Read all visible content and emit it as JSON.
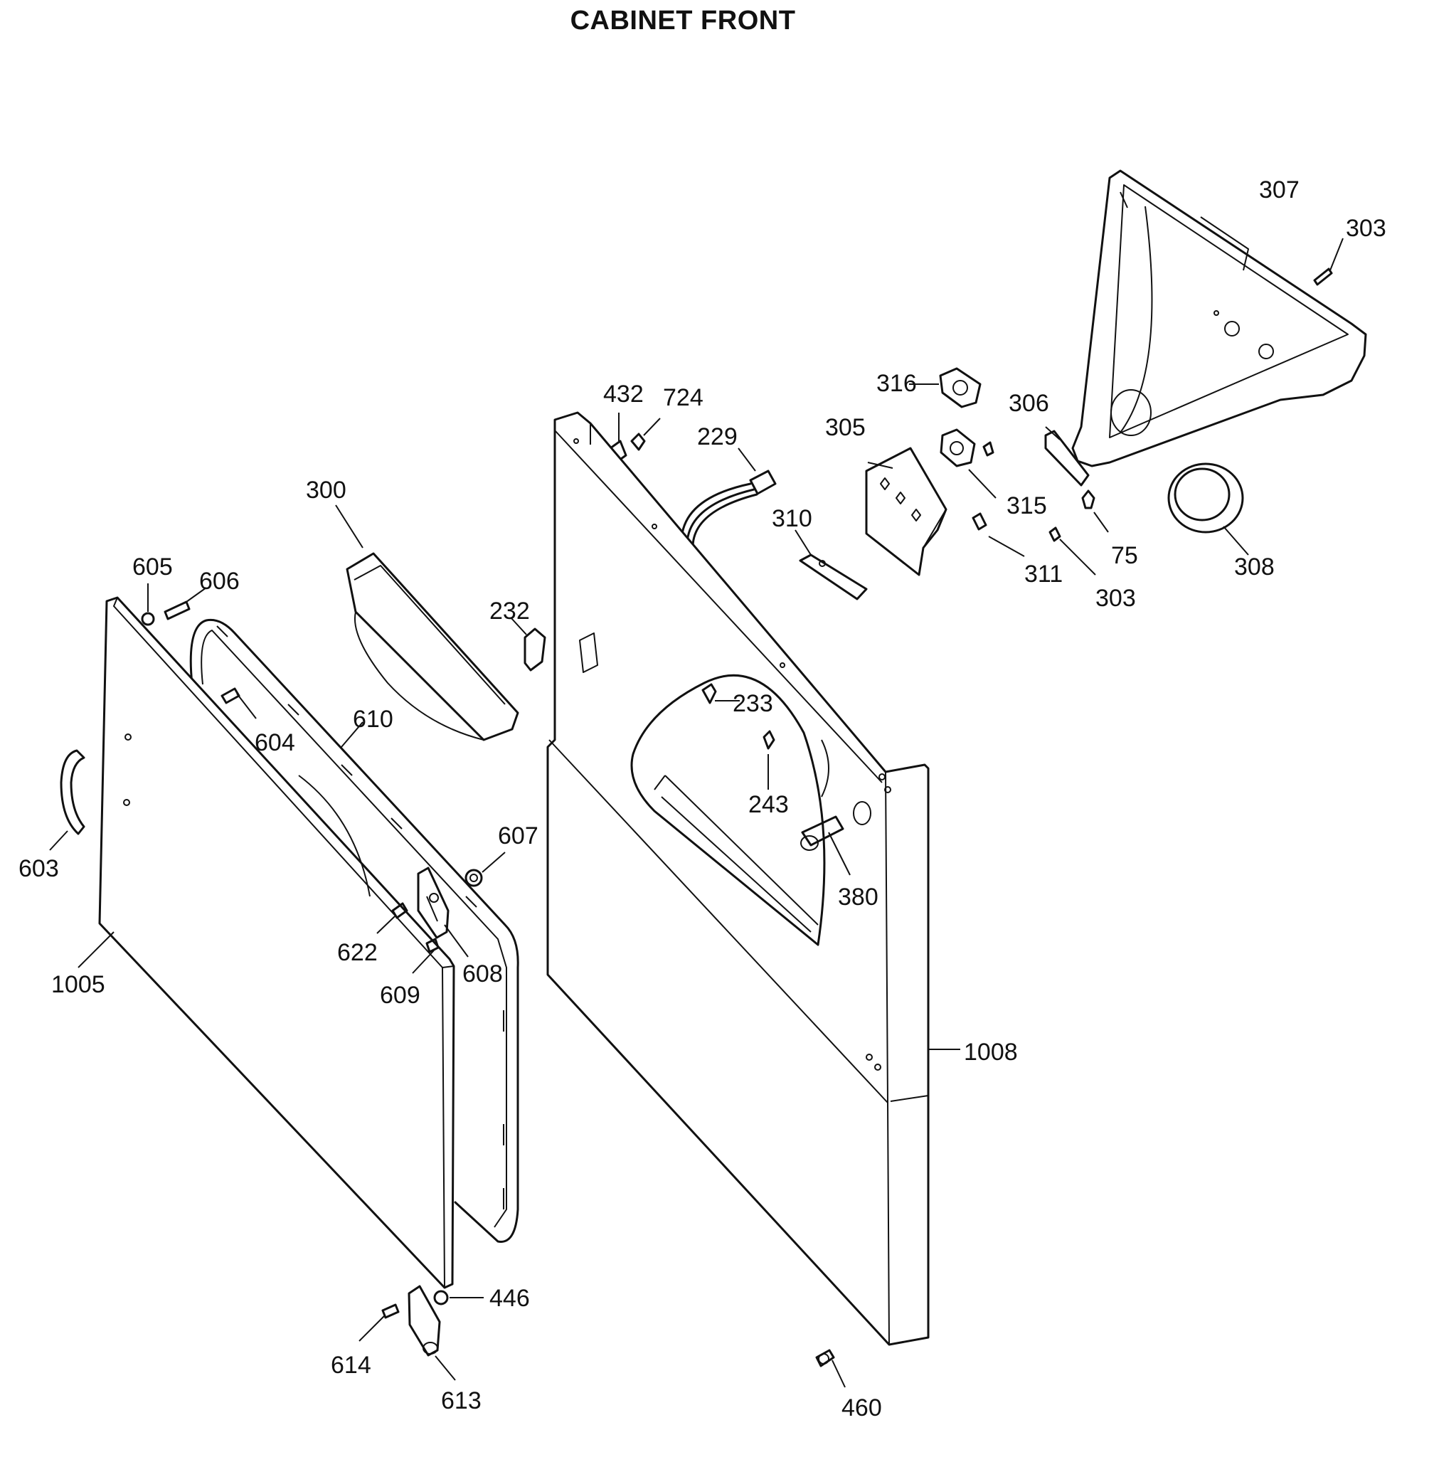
{
  "title": "CABINET FRONT",
  "callouts": [
    {
      "id": "c307",
      "label": "307"
    },
    {
      "id": "c303a",
      "label": "303"
    },
    {
      "id": "c316",
      "label": "316"
    },
    {
      "id": "c306",
      "label": "306"
    },
    {
      "id": "c432",
      "label": "432"
    },
    {
      "id": "c724",
      "label": "724"
    },
    {
      "id": "c229",
      "label": "229"
    },
    {
      "id": "c305",
      "label": "305"
    },
    {
      "id": "c315",
      "label": "315"
    },
    {
      "id": "c75",
      "label": "75"
    },
    {
      "id": "c308",
      "label": "308"
    },
    {
      "id": "c300",
      "label": "300"
    },
    {
      "id": "c310",
      "label": "310"
    },
    {
      "id": "c311",
      "label": "311"
    },
    {
      "id": "c303b",
      "label": "303"
    },
    {
      "id": "c605",
      "label": "605"
    },
    {
      "id": "c606",
      "label": "606"
    },
    {
      "id": "c232",
      "label": "232"
    },
    {
      "id": "c233",
      "label": "233"
    },
    {
      "id": "c604",
      "label": "604"
    },
    {
      "id": "c610",
      "label": "610"
    },
    {
      "id": "c243",
      "label": "243"
    },
    {
      "id": "c603",
      "label": "603"
    },
    {
      "id": "c607",
      "label": "607"
    },
    {
      "id": "c380",
      "label": "380"
    },
    {
      "id": "c622",
      "label": "622"
    },
    {
      "id": "c608",
      "label": "608"
    },
    {
      "id": "c1005",
      "label": "1005"
    },
    {
      "id": "c609",
      "label": "609"
    },
    {
      "id": "c1008",
      "label": "1008"
    },
    {
      "id": "c446",
      "label": "446"
    },
    {
      "id": "c614",
      "label": "614"
    },
    {
      "id": "c613",
      "label": "613"
    },
    {
      "id": "c460",
      "label": "460"
    }
  ]
}
